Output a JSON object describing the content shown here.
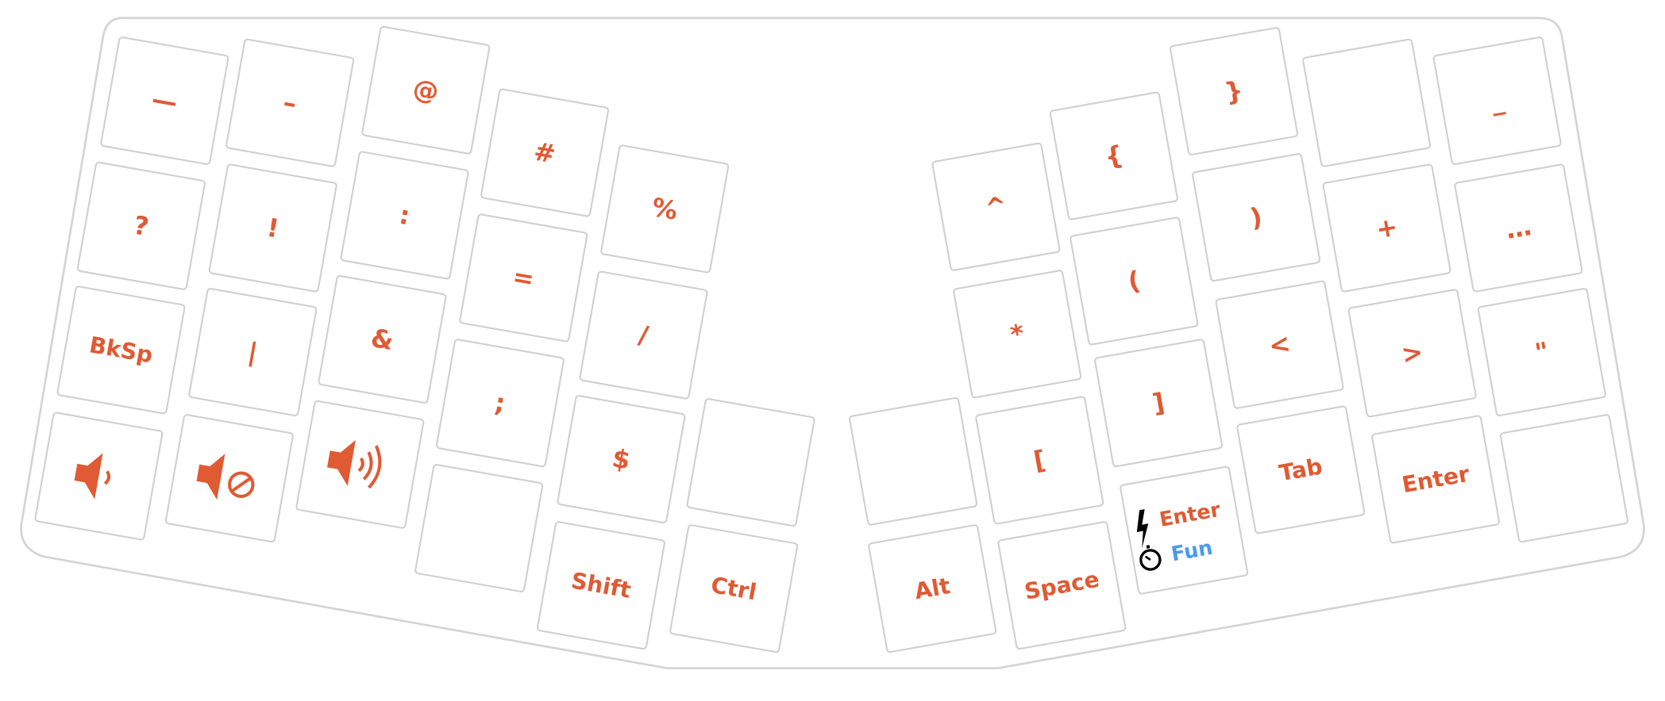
{
  "colors": {
    "label": "#e05a33",
    "hold_label": "#4a9be8",
    "outline": "#d0d0d0"
  },
  "left": {
    "r0": [
      "—",
      "–",
      "@",
      "#",
      "%"
    ],
    "r1": [
      "?",
      "!",
      ":",
      "=",
      "/"
    ],
    "r2": [
      "BkSp",
      "|",
      "&",
      ";",
      "$"
    ],
    "r3": [
      "volume-down-icon",
      "volume-mute-icon",
      "volume-up-icon",
      "",
      ""
    ],
    "thumb": [
      "",
      "Shift",
      "Ctrl"
    ]
  },
  "right": {
    "r0": [
      "^",
      "{",
      "}",
      "",
      "_"
    ],
    "r1": [
      "*",
      "(",
      ")",
      "+",
      "…"
    ],
    "r2": [
      "[",
      "]",
      "<",
      ">",
      "\""
    ],
    "r3": [
      "",
      "Tab",
      "Enter",
      ""
    ],
    "thumb": [
      "",
      "Alt",
      "Space"
    ],
    "combo": {
      "tap_icon": "lightning-icon",
      "tap": "Enter",
      "hold_icon": "stopwatch-icon",
      "hold": "Fun"
    }
  }
}
